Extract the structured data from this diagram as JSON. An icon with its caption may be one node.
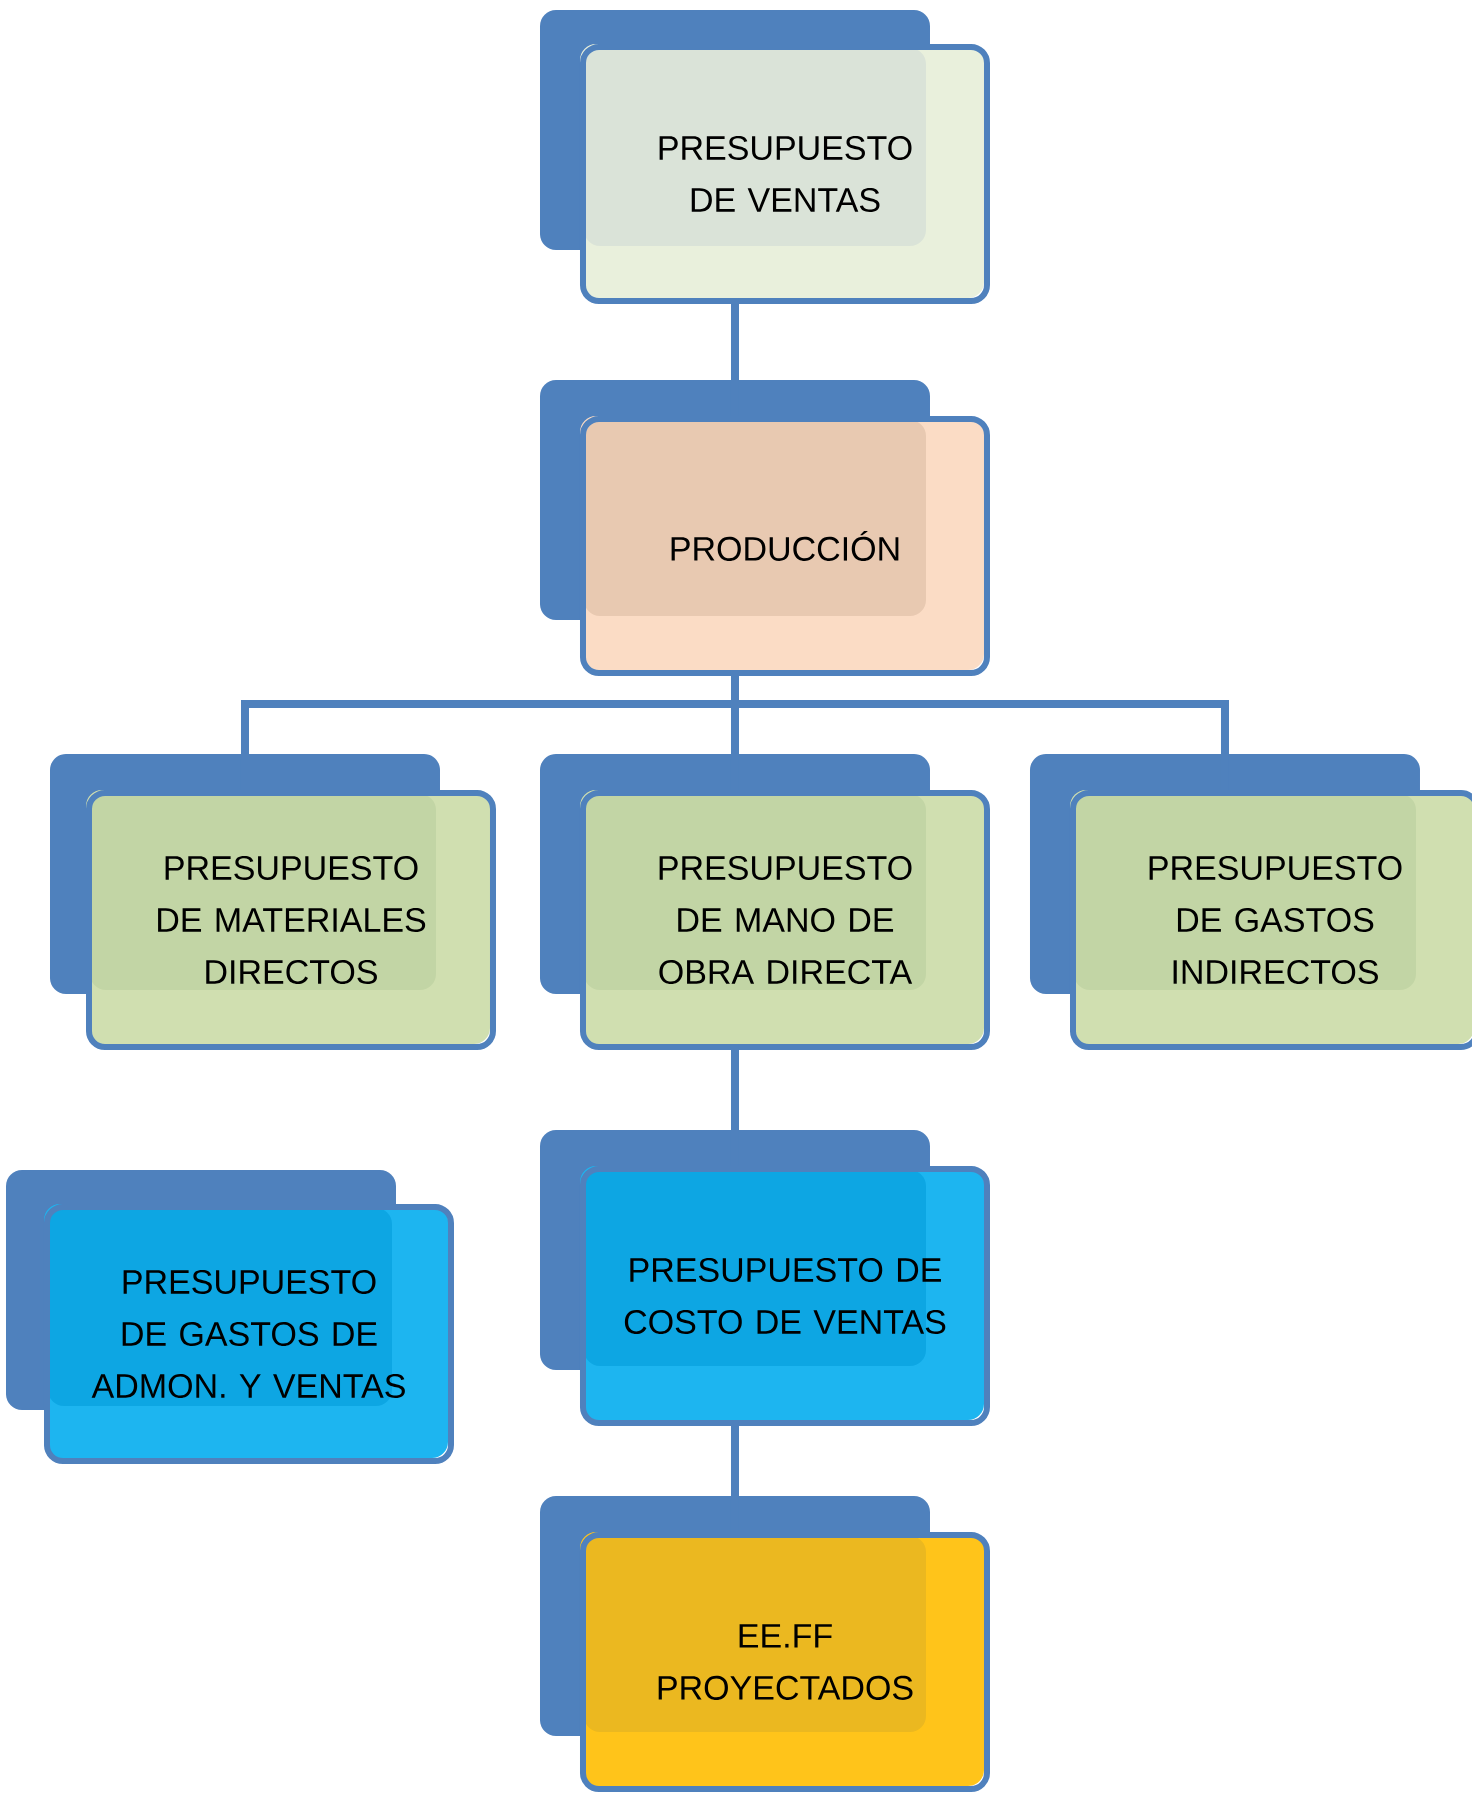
{
  "diagram": {
    "nodes": [
      {
        "text": [
          "PRESUPUESTO DE VENTAS"
        ]
      },
      {
        "text": [
          "PRODUCCIÓN"
        ]
      },
      {
        "text": [
          "PRESUPUESTO DE MATERIALES DIRECTOS"
        ]
      },
      {
        "text": [
          "PRESUPUESTO DE MANO DE OBRA DIRECTA"
        ]
      },
      {
        "text": [
          "PRESUPUESTO DE GASTOS INDIRECTOS"
        ]
      },
      {
        "text": [
          "PRESUPUESTO DE GASTOS DE ADMON. Y VENTAS"
        ]
      },
      {
        "text": [
          "PRESUPUESTO DE COSTO DE VENTAS"
        ]
      },
      {
        "text": [
          "EE.FF PROYECTADOS"
        ]
      }
    ],
    "edges": [
      {
        "from": 0,
        "to": 1,
        "arrow": "none"
      },
      {
        "from": 1,
        "to": 2,
        "arrow": "none"
      },
      {
        "from": 1,
        "to": 3,
        "arrow": "none"
      },
      {
        "from": 1,
        "to": 4,
        "arrow": "none"
      },
      {
        "from": 3,
        "to": 6,
        "arrow": "none"
      },
      {
        "from": 6,
        "to": 7,
        "arrow": "none"
      }
    ]
  }
}
